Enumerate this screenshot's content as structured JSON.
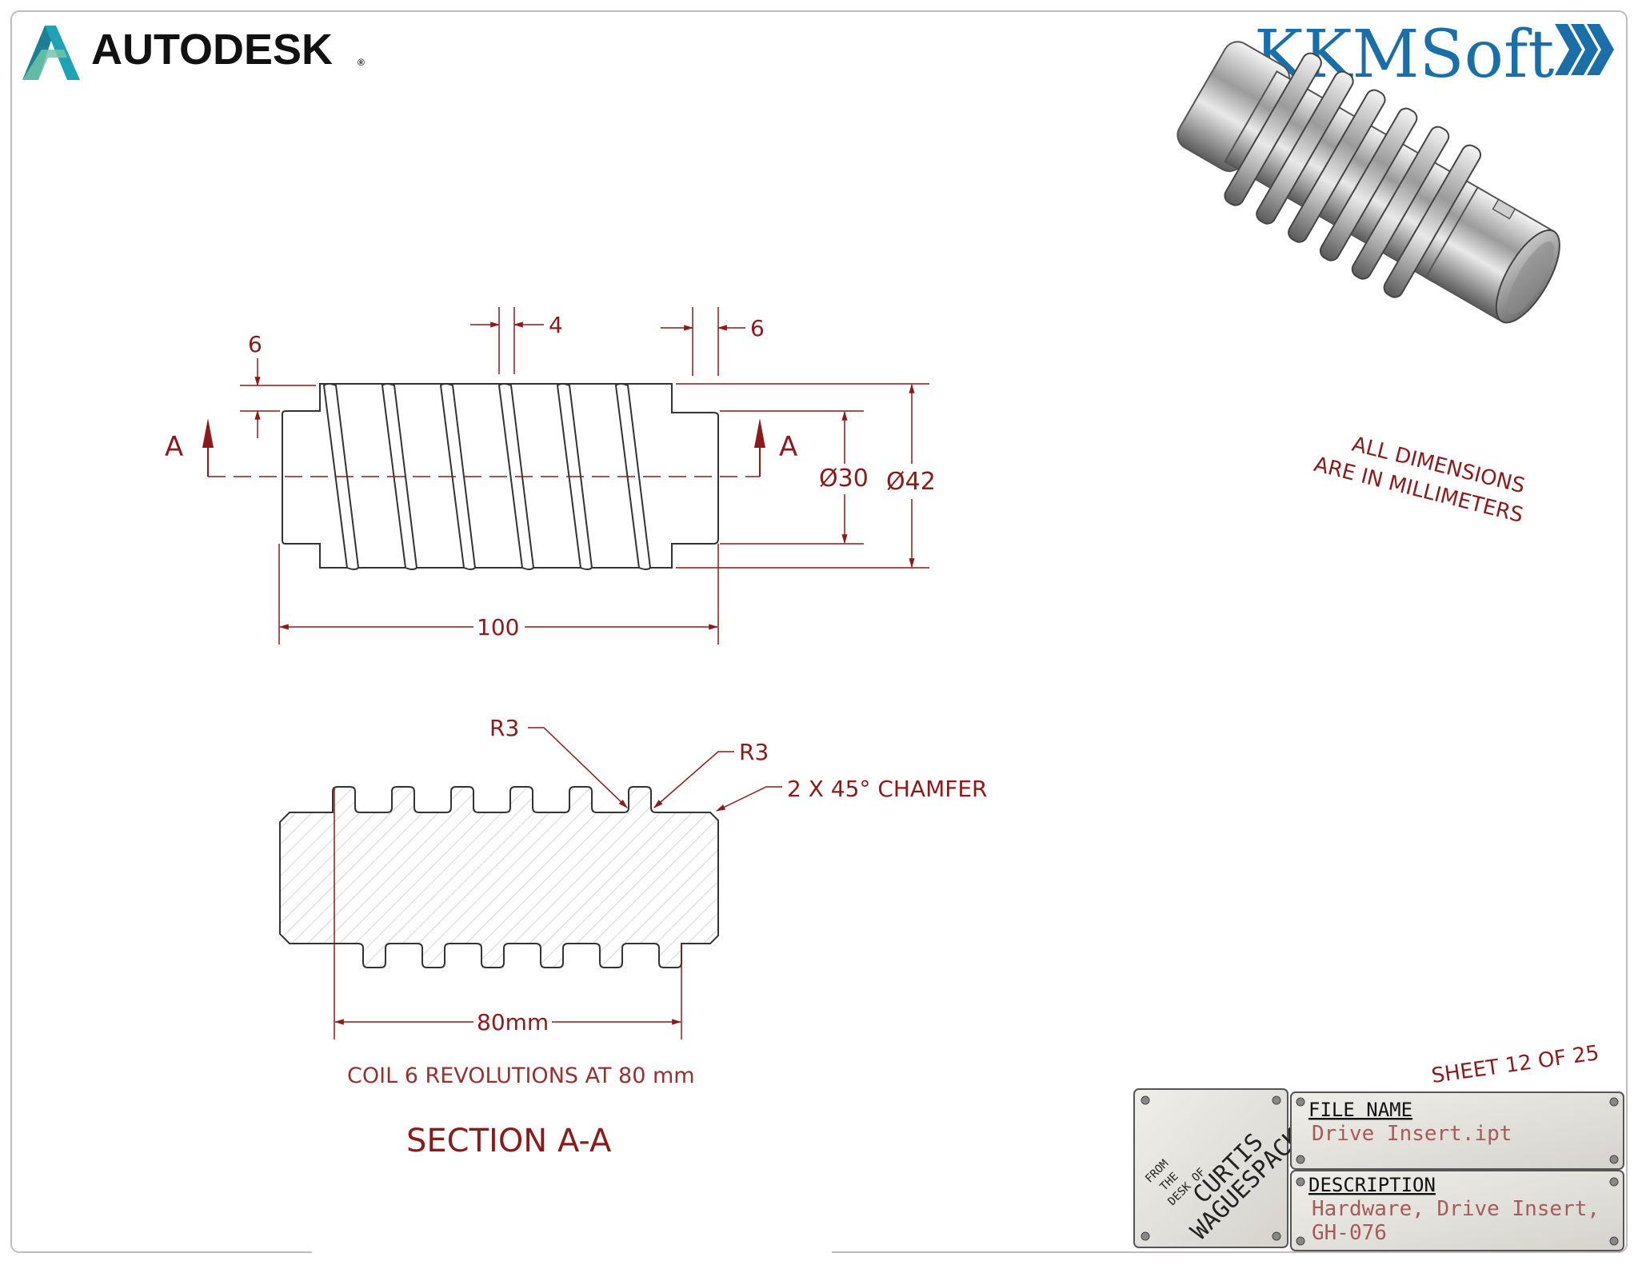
{
  "logos": {
    "left_brand": "AUTODESK",
    "left_brand_mark": "®",
    "right_brand": "KKMSoft",
    "right_brand_icon": "triple-chevron-icon"
  },
  "front_view": {
    "dim_left_step": "6",
    "dim_pitch": "4",
    "dim_right_step": "6",
    "dim_inner_diameter": "Ø30",
    "dim_outer_diameter": "Ø42",
    "dim_length": "100",
    "section_marker_left": "A",
    "section_marker_right": "A"
  },
  "section_view": {
    "radius_callout_1": "R3",
    "radius_callout_2": "R3",
    "chamfer_callout": "2 X 45° CHAMFER",
    "dim_coil_length": "80mm",
    "note": "COIL 6 REVOLUTIONS AT 80 mm",
    "title": "SECTION A-A"
  },
  "notes": {
    "units_line_1": "ALL DIMENSIONS",
    "units_line_2": "ARE IN MILLIMETERS",
    "sheet": "SHEET 12  OF 25"
  },
  "title_block": {
    "stamp_from": "FROM",
    "stamp_the": "THE",
    "stamp_desk_of": "DESK OF",
    "stamp_name_1": "CURTIS",
    "stamp_name_2": "WAGUESPACK",
    "file_name_label": "FILE  NAME",
    "file_name_value": "Drive Insert.ipt",
    "description_label": "DESCRIPTION",
    "description_line_1": "Hardware, Drive Insert,",
    "description_line_2": "GH-076"
  },
  "colors": {
    "dimension": "#8b1a1a",
    "outline": "#333333",
    "autodesk_teal": "#1fa3b4",
    "kkm_blue": "#1a6fa8",
    "plate": "#e4e2dc"
  }
}
